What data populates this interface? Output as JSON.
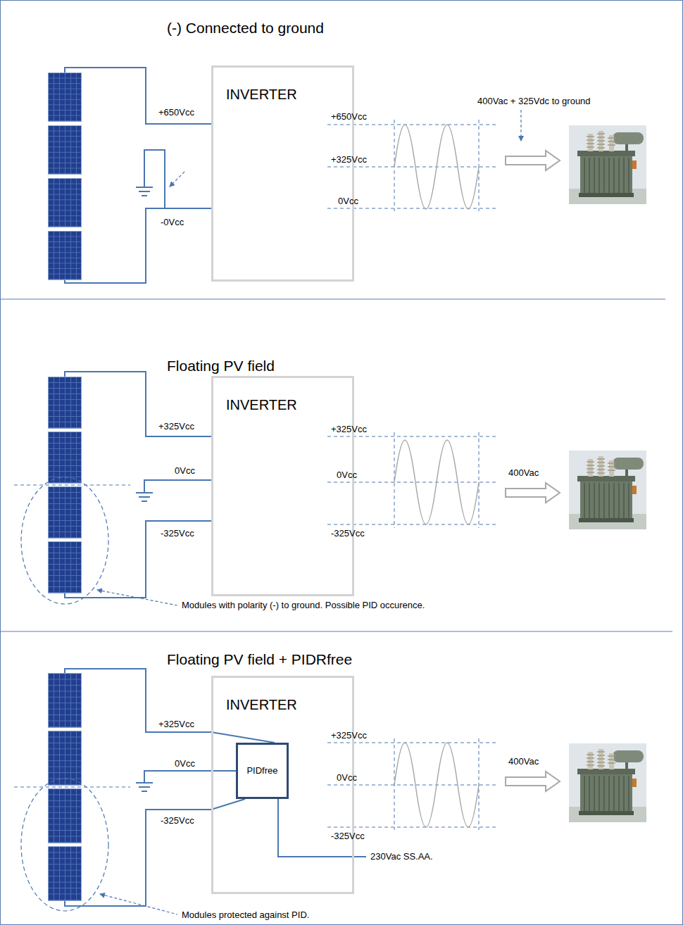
{
  "diagram": {
    "nodes": [
      {
        "text": [
          "(-) Connected to ground"
        ]
      },
      {
        "text": [
          "INVERTER"
        ],
        "in": 0
      },
      {
        "text": [
          "Floating PV field"
        ]
      },
      {
        "text": [
          "INVERTER"
        ],
        "in": 2
      },
      {
        "text": [
          "Floating PV field + PIDRfree"
        ]
      },
      {
        "text": [
          "INVERTER"
        ],
        "in": 4
      },
      {
        "text": [
          "PIDfree"
        ],
        "in": 5
      }
    ],
    "labels": [
      "+650Vcc",
      "-0Vcc",
      "+650Vcc",
      "+325Vcc",
      "0Vcc",
      "400Vac + 325Vdc to ground",
      "+325Vcc",
      "0Vcc",
      "-325Vcc",
      "+325Vcc",
      "0Vcc",
      "-325Vcc",
      "400Vac",
      "Modules with polarity (-) to ground. Possible PID occurence.",
      "+325Vcc",
      "0Vcc",
      "-325Vcc",
      "+325Vcc",
      "0Vcc",
      "-325Vcc",
      "400Vac",
      "230Vac SS.AA.",
      "Modules protected against PID."
    ]
  }
}
